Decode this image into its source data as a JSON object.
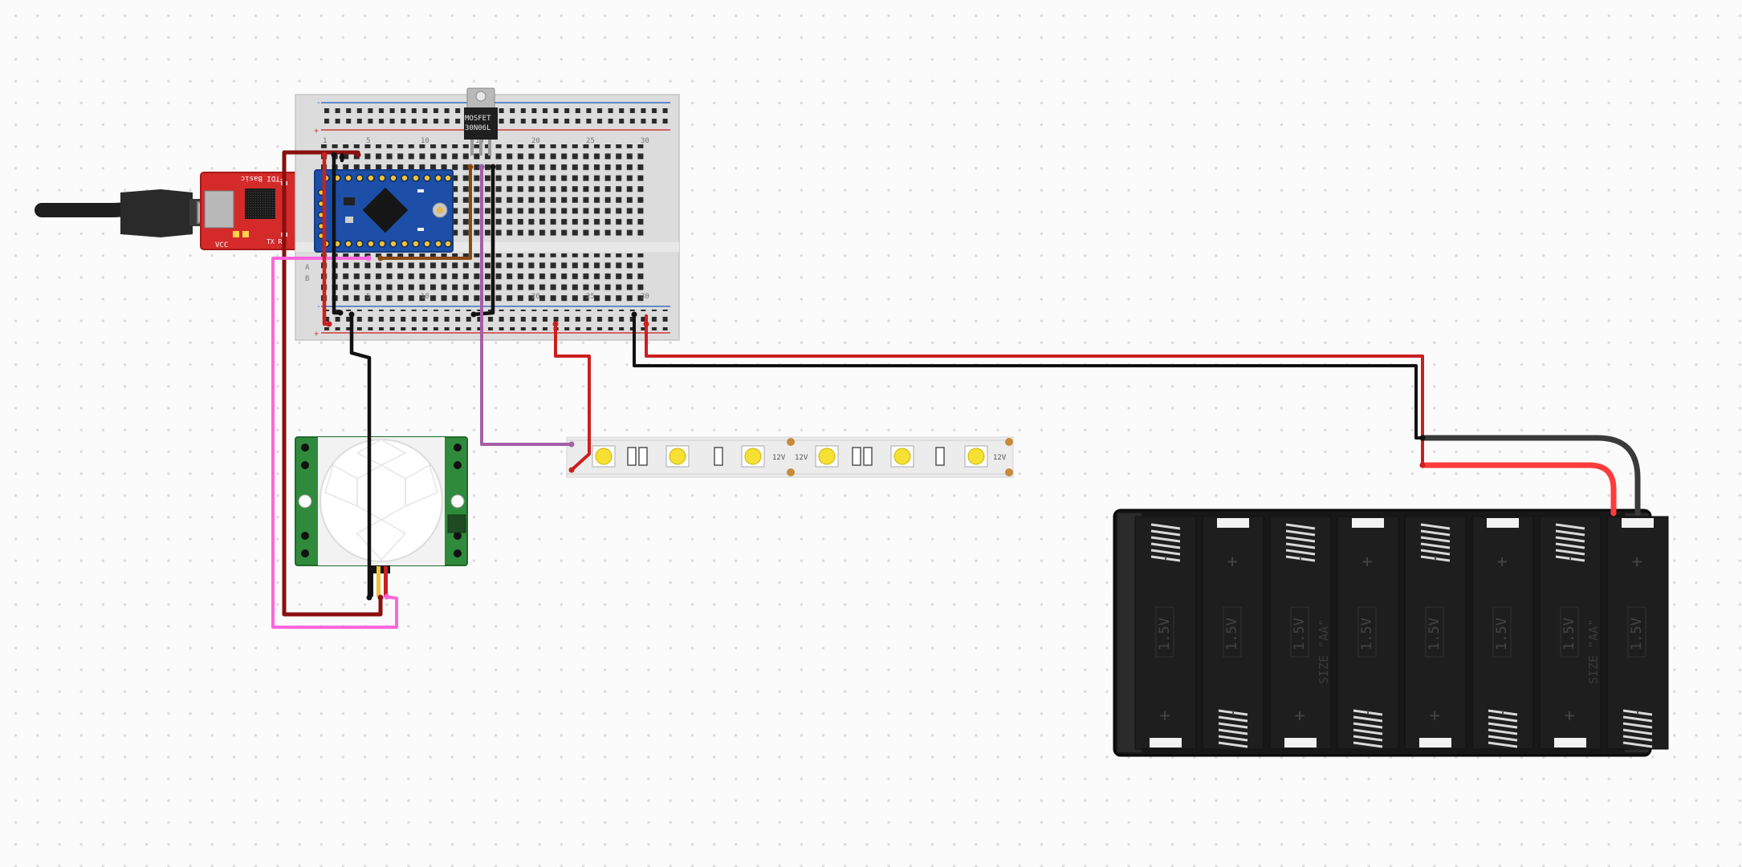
{
  "mosfet": {
    "line1": "MOSFET",
    "line2": "30N06L"
  },
  "ftdi": {
    "title": "FTDI Basic",
    "vcc": "VCC",
    "txrx": "TX RX"
  },
  "breadboard": {
    "col_numbers": [
      "1",
      "5",
      "10",
      "15",
      "20",
      "25",
      "30"
    ],
    "row_letters": [
      "A",
      "B"
    ]
  },
  "led_strip": {
    "voltage_label": "12V"
  },
  "battery": {
    "cell_voltage": "1.5V",
    "cell_size": "SIZE \"AA\"",
    "plus": "+",
    "minus": "-"
  },
  "colors": {
    "wire_red": "#cc1f1f",
    "wire_darkred": "#8a0f0f",
    "wire_black": "#111111",
    "wire_pink": "#ff66dd",
    "wire_purple": "#a55ea8",
    "wire_brown": "#8b4a12",
    "ftdi_red": "#d42a2a",
    "arduino_blue": "#1d4fa8",
    "pir_green": "#2f8a3b"
  }
}
